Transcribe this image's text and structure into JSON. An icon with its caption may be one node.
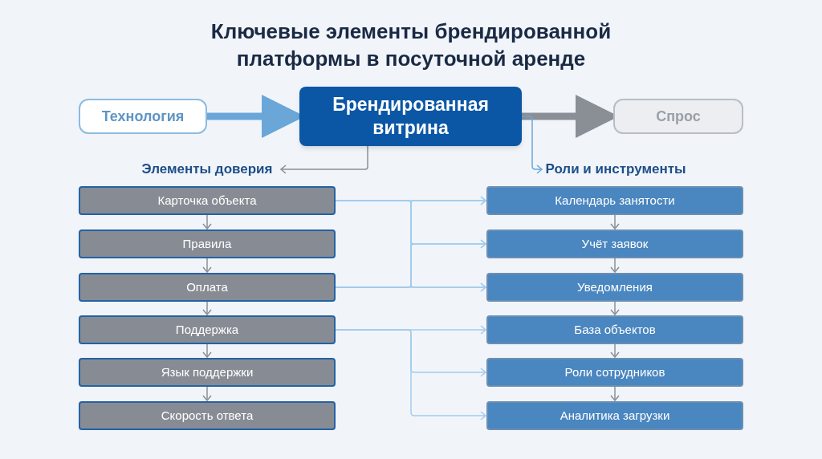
{
  "diagram": {
    "title": "Ключевые элементы брендированной платформы в посуточной аренде",
    "nodes": [
      {
        "text": [
          "Технология"
        ]
      },
      {
        "text": [
          "Брендированная витрина"
        ]
      },
      {
        "text": [
          "Спрос"
        ]
      },
      {
        "text": [
          "Элементы доверия"
        ]
      },
      {
        "text": [
          "Роли и инструменты"
        ]
      },
      {
        "text": [
          "Карточка объекта"
        ]
      },
      {
        "text": [
          "Правила"
        ]
      },
      {
        "text": [
          "Оплата"
        ]
      },
      {
        "text": [
          "Поддержка"
        ]
      },
      {
        "text": [
          "Язык поддержки"
        ]
      },
      {
        "text": [
          "Скорость ответа"
        ]
      },
      {
        "text": [
          "Календарь занятости"
        ]
      },
      {
        "text": [
          "Учёт заявок"
        ]
      },
      {
        "text": [
          "Уведомления"
        ]
      },
      {
        "text": [
          "База объектов"
        ]
      },
      {
        "text": [
          "Роли сотрудников"
        ]
      },
      {
        "text": [
          "Аналитика загрузки"
        ]
      }
    ],
    "edges": [
      {
        "from": 0,
        "to": 1,
        "arrow": "to",
        "style": "thick",
        "color": "#6aa6d8"
      },
      {
        "from": 1,
        "to": 2,
        "arrow": "to",
        "style": "thick"
      },
      {
        "from": 1,
        "to": 3,
        "arrow": "to"
      },
      {
        "from": 1,
        "to": 4,
        "arrow": "to",
        "color": "#6aa6d8"
      },
      {
        "from": 5,
        "to": 6,
        "arrow": "to"
      },
      {
        "from": 6,
        "to": 7,
        "arrow": "to"
      },
      {
        "from": 7,
        "to": 8,
        "arrow": "to"
      },
      {
        "from": 8,
        "to": 9,
        "arrow": "to"
      },
      {
        "from": 9,
        "to": 10,
        "arrow": "to"
      },
      {
        "from": 11,
        "to": 12,
        "arrow": "to"
      },
      {
        "from": 12,
        "to": 13,
        "arrow": "to"
      },
      {
        "from": 13,
        "to": 14,
        "arrow": "to"
      },
      {
        "from": 14,
        "to": 15,
        "arrow": "to"
      },
      {
        "from": 15,
        "to": 16,
        "arrow": "to"
      },
      {
        "from": 5,
        "to": 11,
        "arrow": "to",
        "color": "#a3cbeb"
      },
      {
        "from": 5,
        "to": 12,
        "arrow": "to",
        "color": "#a3cbeb"
      },
      {
        "from": 5,
        "to": 13,
        "arrow": "to",
        "color": "#a3cbeb"
      },
      {
        "from": 7,
        "to": 11,
        "arrow": "to",
        "color": "#a3cbeb"
      },
      {
        "from": 7,
        "to": 12,
        "arrow": "to",
        "color": "#a3cbeb"
      },
      {
        "from": 7,
        "to": 13,
        "arrow": "to",
        "color": "#a3cbeb"
      },
      {
        "from": 8,
        "to": 14,
        "arrow": "to",
        "color": "#a3cbeb"
      },
      {
        "from": 8,
        "to": 15,
        "arrow": "to",
        "color": "#a3cbeb"
      },
      {
        "from": 8,
        "to": 16,
        "arrow": "to",
        "color": "#a3cbeb"
      }
    ]
  }
}
